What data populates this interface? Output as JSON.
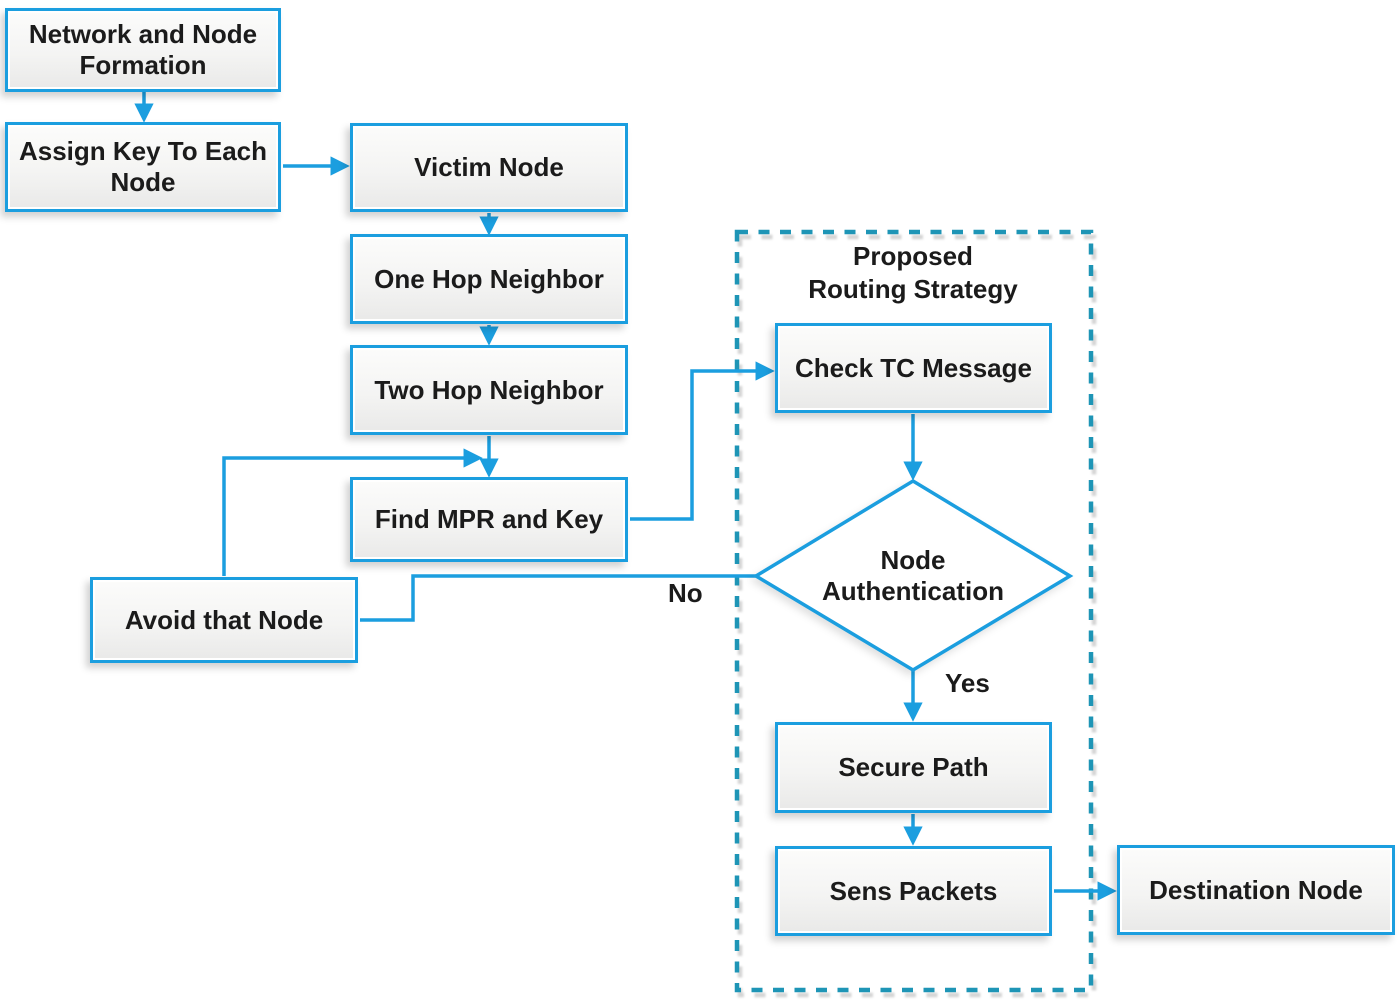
{
  "diagram_type": "flowchart",
  "nodes": {
    "network_formation": "Network and Node Formation",
    "assign_key": "Assign Key To Each Node",
    "victim_node": "Victim Node",
    "one_hop": "One Hop Neighbor",
    "two_hop": "Two Hop Neighbor",
    "find_mpr": "Find MPR and Key",
    "avoid_node": "Avoid that Node",
    "check_tc": "Check TC Message",
    "secure_path": "Secure Path",
    "sens_packets": "Sens Packets",
    "destination_node": "Destination Node"
  },
  "decision": {
    "label": "Node Authentication"
  },
  "group": {
    "label": "Proposed\nRouting Strategy"
  },
  "edge_labels": {
    "no": "No",
    "yes": "Yes"
  },
  "colors": {
    "shape_border": "#1b9edf",
    "connector": "#1b9edf",
    "group_dash": "#1e95b6",
    "text": "#1b1b1b",
    "node_fill_top": "#fcfcfb",
    "node_fill_bottom": "#e9e9e8"
  }
}
